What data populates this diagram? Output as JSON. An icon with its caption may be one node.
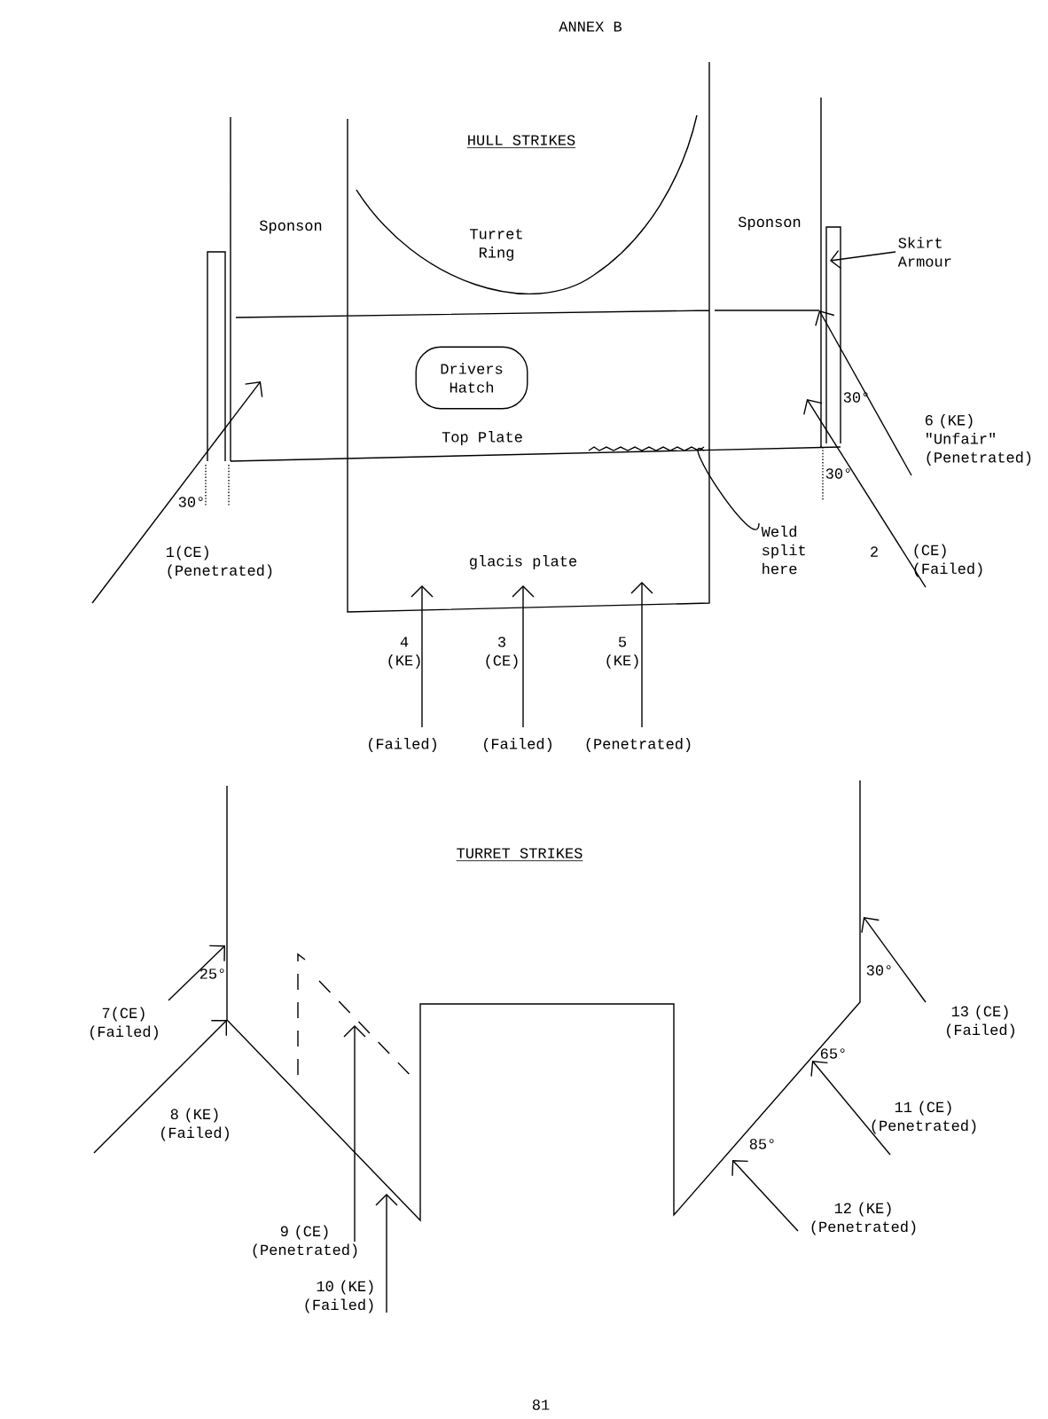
{
  "diagram": {
    "nodes": [
      {
        "text": [
          "Drivers Hatch"
        ]
      },
      {
        "text": [
          "Skirt Armour"
        ]
      },
      {
        "text": [
          "Weld split here"
        ]
      }
    ],
    "edges": [
      {
        "from": 1,
        "to": null,
        "arrow": "to"
      },
      {
        "from": 2,
        "to": null,
        "arrow": "none"
      }
    ],
    "labels": [
      "ANNEX B",
      "HULL STRIKES",
      "Sponson",
      "Turret Ring",
      "Sponson",
      "Top Plate",
      "30°",
      "30°",
      "30°",
      "1(CE) (Penetrated)",
      "glacis plate",
      "2",
      "(CE) (Failed)",
      "6 (KE) \"Unfair\" (Penetrated)",
      "4 (KE)",
      "3 (CE)",
      "5 (KE)",
      "(Failed)",
      "(Failed)",
      "(Penetrated)",
      "TURRET STRIKES",
      "25°",
      "7(CE) (Failed)",
      "30°",
      "13 (CE) (Failed)",
      "8 (KE) (Failed)",
      "65°",
      "11 (CE) (Penetrated)",
      "85°",
      "12 (KE) (Penetrated)",
      "9 (CE) (Penetrated)",
      "10 (KE) (Failed)",
      "81"
    ]
  }
}
